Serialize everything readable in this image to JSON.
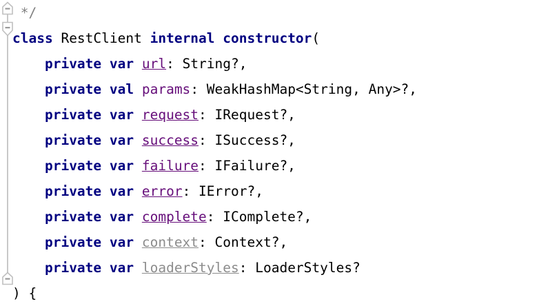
{
  "editor": {
    "language": "Kotlin",
    "background_color": "#ffffff",
    "colors": {
      "keyword": "#000080",
      "identifier": "#000000",
      "property": "#660e7a",
      "unused_symbol": "#8c8c8c",
      "comment": "#808080",
      "gutter_fold_line": "#c8c8c8"
    }
  },
  "gutter": {
    "markers": [
      {
        "name": "fold-end-marker-comment",
        "shape": "pentagon-up",
        "glyph": "minus",
        "line": 1
      },
      {
        "name": "fold-collapse-marker-class",
        "shape": "pentagon-down",
        "glyph": "minus",
        "line": 2
      },
      {
        "name": "fold-end-marker-constructor",
        "shape": "pentagon-up",
        "glyph": "minus",
        "line": 11
      }
    ]
  },
  "code": {
    "lines": [
      {
        "number": 1,
        "indent": " ",
        "tokens": [
          {
            "text": "*/",
            "type": "comment"
          }
        ]
      },
      {
        "number": 2,
        "indent": "",
        "tokens": [
          {
            "text": "class",
            "type": "keyword"
          },
          {
            "text": " ",
            "type": "plain"
          },
          {
            "text": "RestClient",
            "type": "plain"
          },
          {
            "text": " ",
            "type": "plain"
          },
          {
            "text": "internal constructor",
            "type": "keyword"
          },
          {
            "text": "(",
            "type": "plain"
          }
        ]
      },
      {
        "number": 3,
        "indent": "    ",
        "tokens": [
          {
            "text": "private var",
            "type": "keyword"
          },
          {
            "text": " ",
            "type": "plain"
          },
          {
            "text": "url",
            "type": "property-underlined"
          },
          {
            "text": ": String?,",
            "type": "plain"
          }
        ]
      },
      {
        "number": 4,
        "indent": "    ",
        "tokens": [
          {
            "text": "private val",
            "type": "keyword"
          },
          {
            "text": " ",
            "type": "plain"
          },
          {
            "text": "params",
            "type": "property"
          },
          {
            "text": ": WeakHashMap<String, Any>?,",
            "type": "plain"
          }
        ]
      },
      {
        "number": 5,
        "indent": "    ",
        "tokens": [
          {
            "text": "private var",
            "type": "keyword"
          },
          {
            "text": " ",
            "type": "plain"
          },
          {
            "text": "request",
            "type": "property-underlined"
          },
          {
            "text": ": IRequest?,",
            "type": "plain"
          }
        ]
      },
      {
        "number": 6,
        "indent": "    ",
        "tokens": [
          {
            "text": "private var",
            "type": "keyword"
          },
          {
            "text": " ",
            "type": "plain"
          },
          {
            "text": "success",
            "type": "property-underlined"
          },
          {
            "text": ": ISuccess?,",
            "type": "plain"
          }
        ]
      },
      {
        "number": 7,
        "indent": "    ",
        "tokens": [
          {
            "text": "private var",
            "type": "keyword"
          },
          {
            "text": " ",
            "type": "plain"
          },
          {
            "text": "failure",
            "type": "property-underlined"
          },
          {
            "text": ": IFailure?,",
            "type": "plain"
          }
        ]
      },
      {
        "number": 8,
        "indent": "    ",
        "tokens": [
          {
            "text": "private var",
            "type": "keyword"
          },
          {
            "text": " ",
            "type": "plain"
          },
          {
            "text": "error",
            "type": "property-underlined"
          },
          {
            "text": ": IError?,",
            "type": "plain"
          }
        ]
      },
      {
        "number": 9,
        "indent": "    ",
        "tokens": [
          {
            "text": "private var",
            "type": "keyword"
          },
          {
            "text": " ",
            "type": "plain"
          },
          {
            "text": "complete",
            "type": "property-underlined"
          },
          {
            "text": ": IComplete?,",
            "type": "plain"
          }
        ]
      },
      {
        "number": 10,
        "indent": "    ",
        "tokens": [
          {
            "text": "private var",
            "type": "keyword"
          },
          {
            "text": " ",
            "type": "plain"
          },
          {
            "text": "context",
            "type": "unused"
          },
          {
            "text": ": Context?,",
            "type": "plain"
          }
        ]
      },
      {
        "number": 11,
        "indent": "    ",
        "tokens": [
          {
            "text": "private var",
            "type": "keyword"
          },
          {
            "text": " ",
            "type": "plain"
          },
          {
            "text": "loaderStyles",
            "type": "unused"
          },
          {
            "text": ": LoaderStyles?",
            "type": "plain"
          }
        ]
      },
      {
        "number": 12,
        "indent": "",
        "tokens": [
          {
            "text": ") {",
            "type": "plain"
          }
        ]
      }
    ]
  }
}
